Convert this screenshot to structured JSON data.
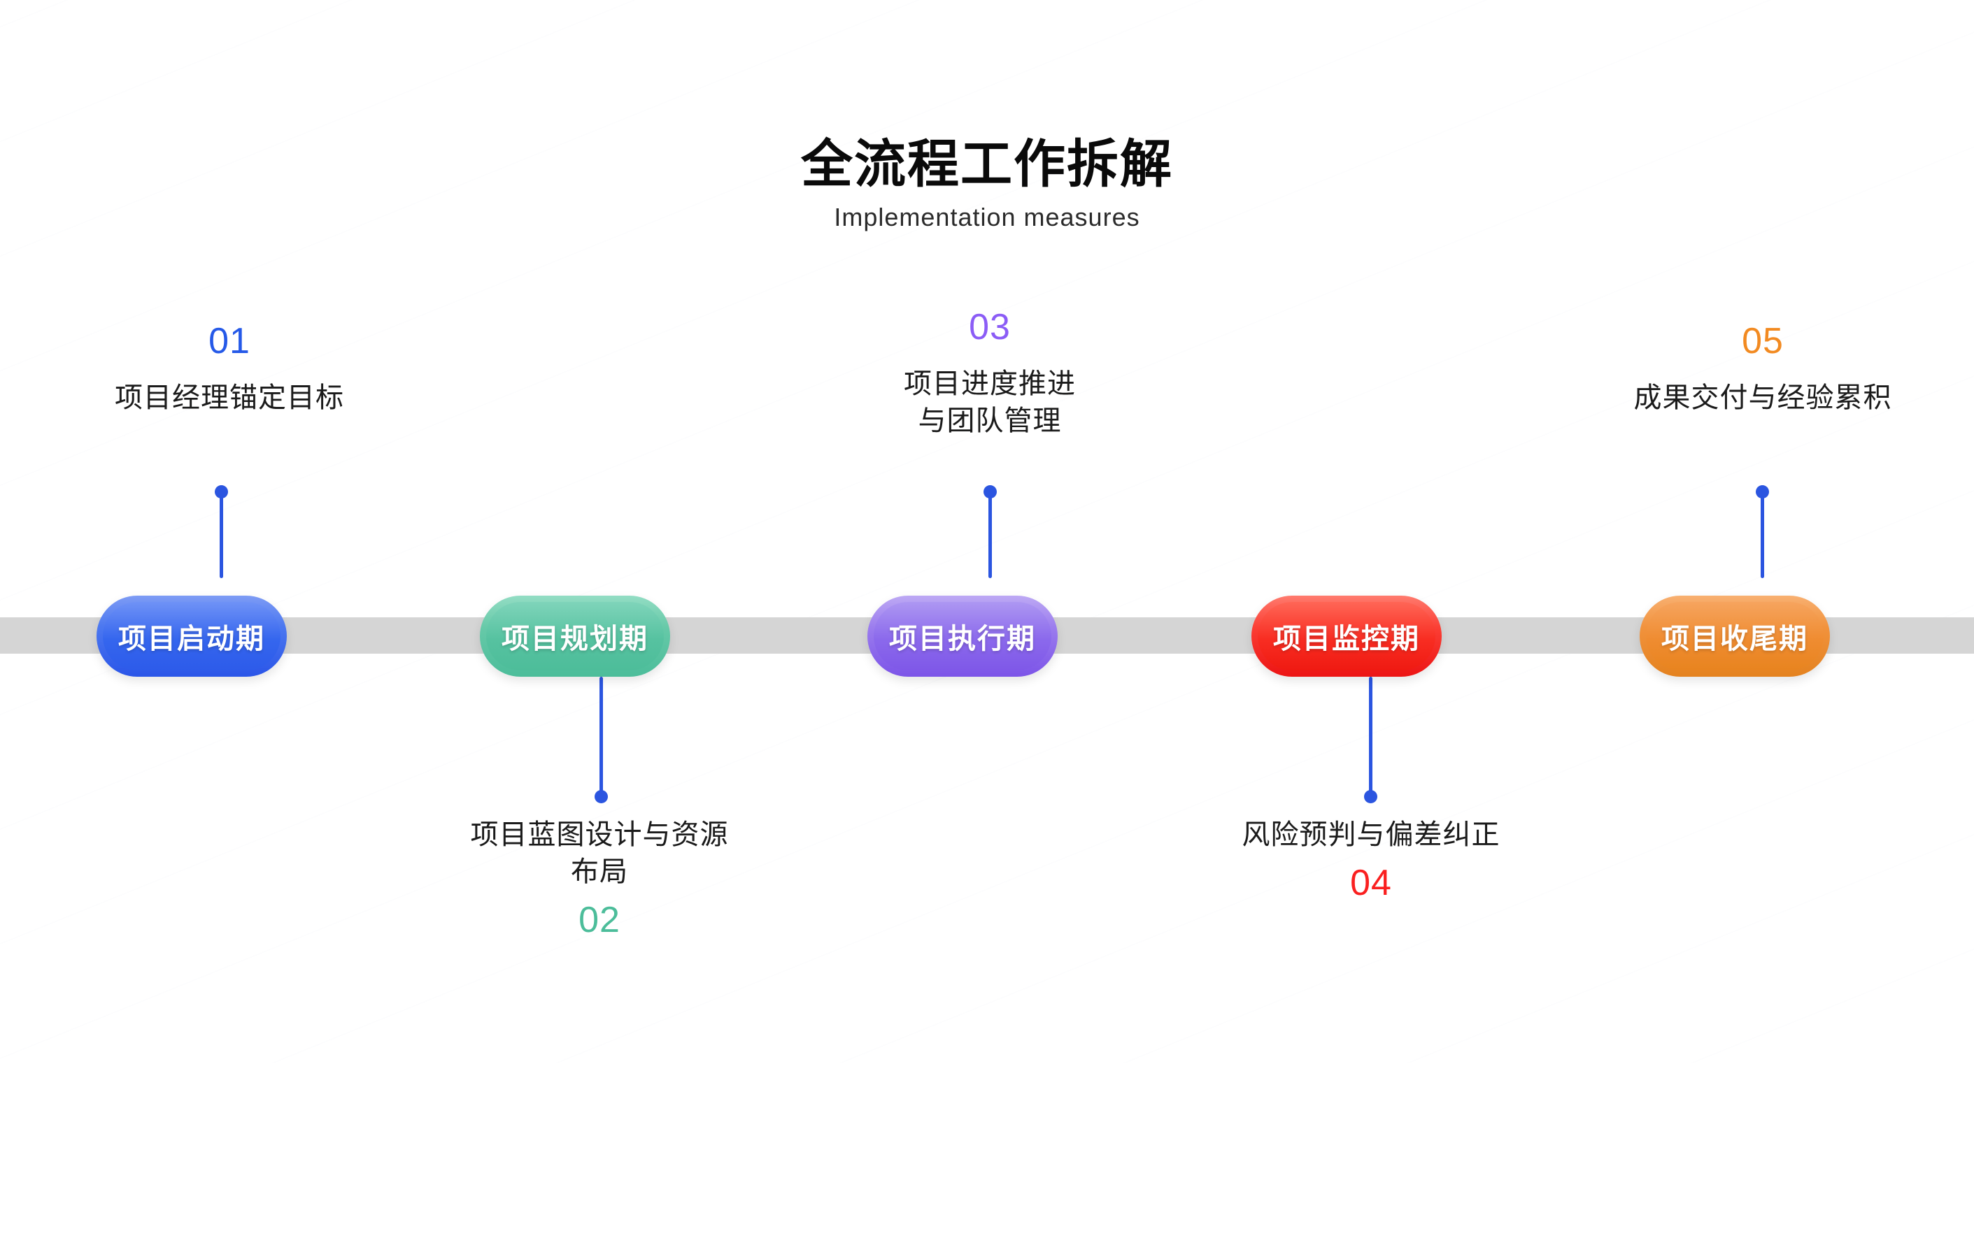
{
  "header": {
    "title": "全流程工作拆解",
    "subtitle": "Implementation measures"
  },
  "colors": {
    "blue": "#2a55e8",
    "green": "#4cbd9a",
    "purple": "#7c54e8",
    "red": "#f51f14",
    "orange": "#f08a22",
    "road": "#d5d5d5",
    "road_dash": "#ffffff",
    "connector": "#2b55e0",
    "text": "#1b1b1b"
  },
  "road": {
    "dash_pattern": "66px dash / 50px gap"
  },
  "steps": [
    {
      "number": "01",
      "pill_label": "项目启动期",
      "description": "项目经理锚定目标",
      "side": "top",
      "accent": "#2559e8"
    },
    {
      "number": "02",
      "pill_label": "项目规划期",
      "description": "项目蓝图设计与资源\n布局",
      "side": "bottom",
      "accent": "#4cbd9a"
    },
    {
      "number": "03",
      "pill_label": "项目执行期",
      "description": "项目进度推进\n与团队管理",
      "side": "top",
      "accent": "#8b5cf6"
    },
    {
      "number": "04",
      "pill_label": "项目监控期",
      "description": "风险预判与偏差纠正",
      "side": "bottom",
      "accent": "#fa2020"
    },
    {
      "number": "05",
      "pill_label": "项目收尾期",
      "description": "成果交付与经验累积",
      "side": "top",
      "accent": "#f28a21"
    }
  ]
}
